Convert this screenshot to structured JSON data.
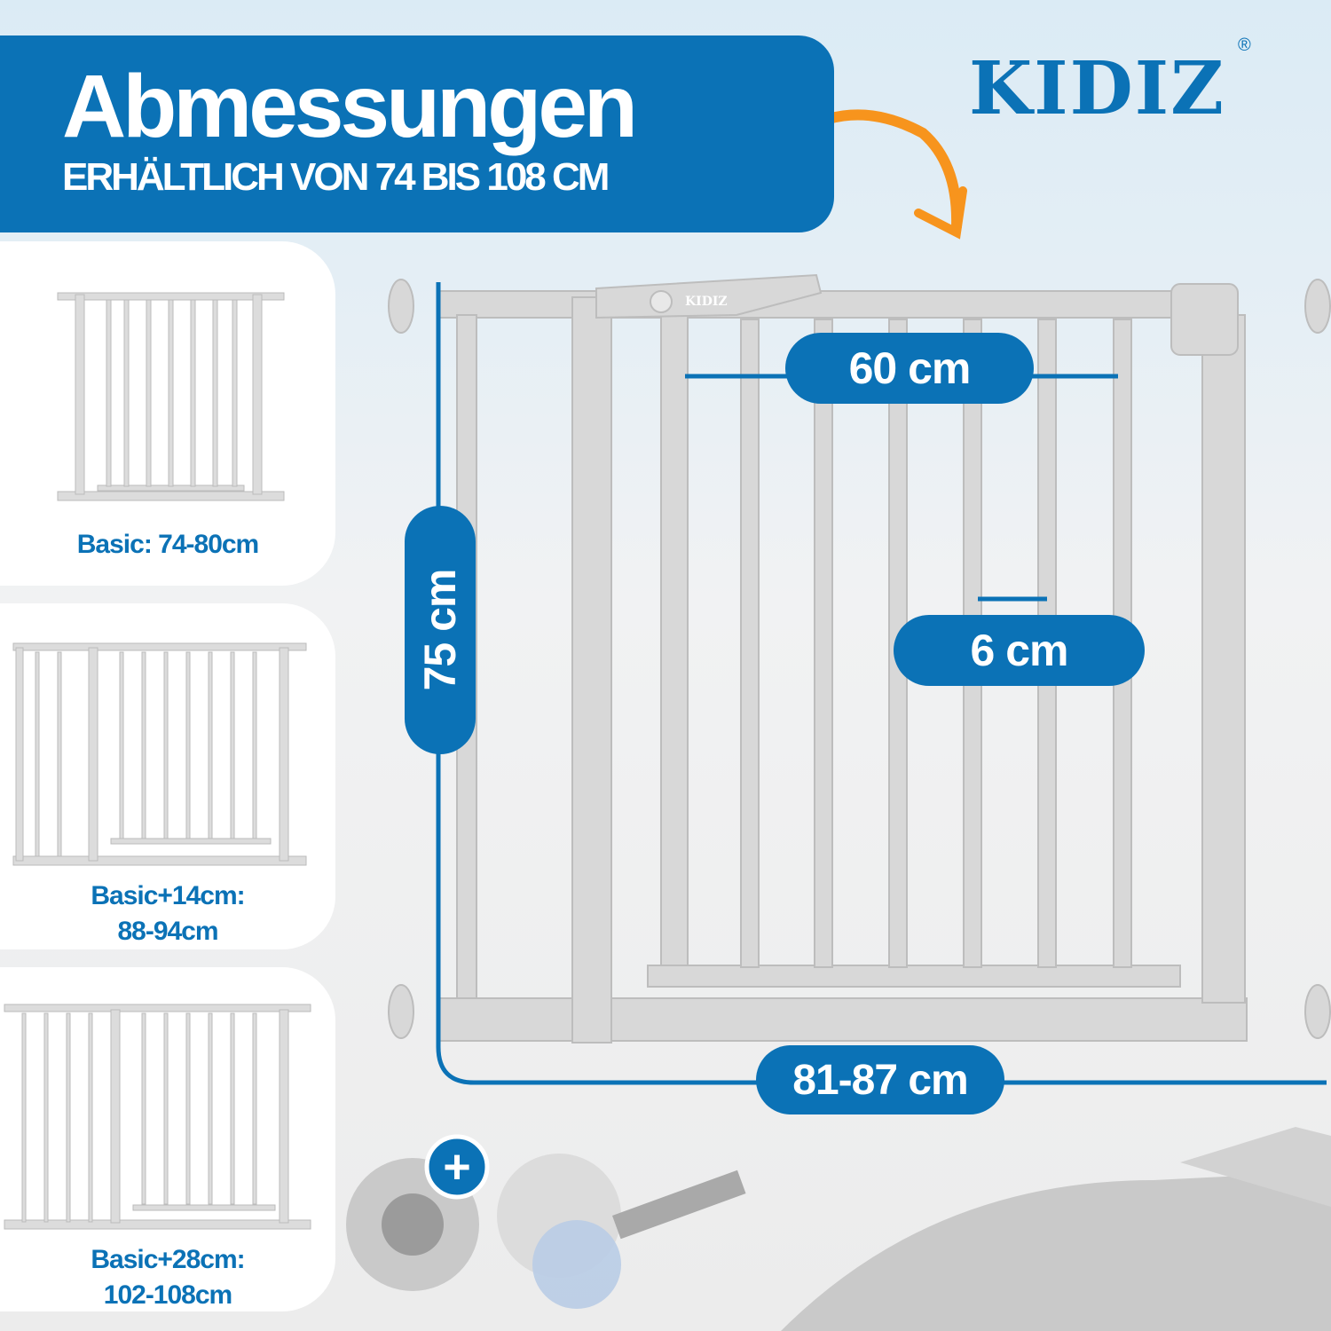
{
  "header": {
    "title": "Abmessungen",
    "subtitle": "ERHÄLTLICH VON 74 BIS 108 CM"
  },
  "brand": {
    "logo": "KIDIZ",
    "registered": "®",
    "gate_logo": "KIDIZ"
  },
  "variants": [
    {
      "label": "Basic: 74-80cm"
    },
    {
      "label_line1": "Basic+14cm:",
      "label_line2": "88-94cm"
    },
    {
      "label_line1": "Basic+28cm:",
      "label_line2": "102-108cm"
    }
  ],
  "dimensions": {
    "door_width": "60 cm",
    "height": "75 cm",
    "bar_gap": "6 cm",
    "total_width": "81-87 cm"
  },
  "accessories": {
    "plus": "+"
  },
  "colors": {
    "brand_blue": "#0b72b6",
    "arrow_orange": "#f7941d",
    "gate_gray": "#d6d6d6"
  }
}
